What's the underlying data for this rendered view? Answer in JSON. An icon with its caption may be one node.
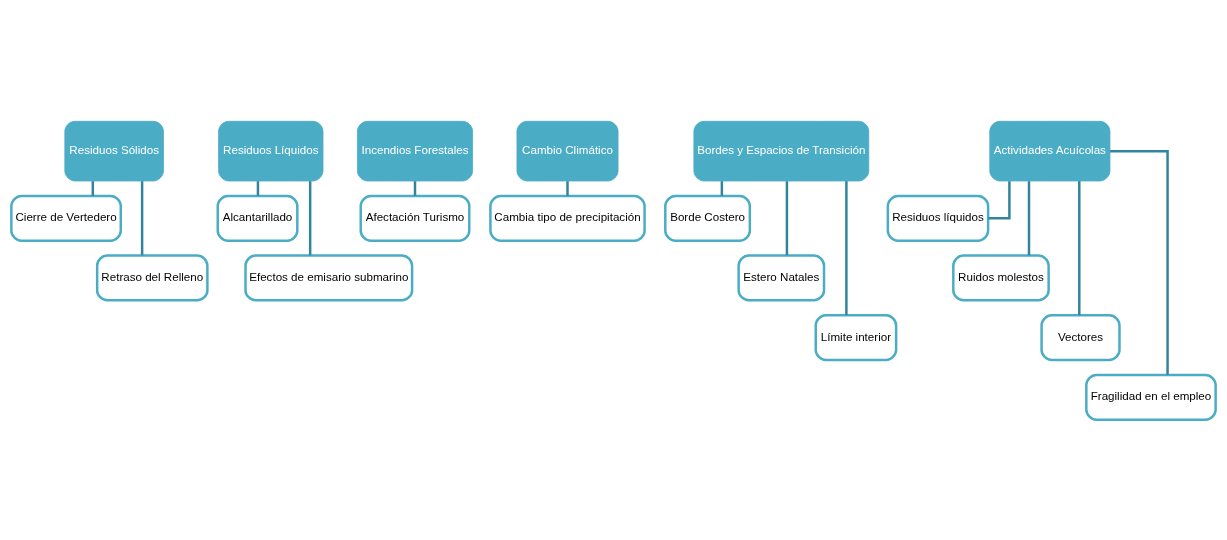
{
  "diagram": {
    "nodes": [
      {
        "text": [
          "Residuos Sólidos"
        ]
      },
      {
        "text": [
          "Cierre de Vertedero"
        ]
      },
      {
        "text": [
          "Retraso del Relleno"
        ]
      },
      {
        "text": [
          "Residuos Líquidos"
        ]
      },
      {
        "text": [
          "Alcantarillado"
        ]
      },
      {
        "text": [
          "Efectos de emisario submarino"
        ]
      },
      {
        "text": [
          "Incendios Forestales"
        ]
      },
      {
        "text": [
          "Afectación Turismo"
        ]
      },
      {
        "text": [
          "Cambio Climático"
        ]
      },
      {
        "text": [
          "Cambia tipo de precipitación"
        ]
      },
      {
        "text": [
          "Bordes y Espacios de Transición"
        ]
      },
      {
        "text": [
          "Borde Costero"
        ]
      },
      {
        "text": [
          "Estero Natales"
        ]
      },
      {
        "text": [
          "Límite interior"
        ]
      },
      {
        "text": [
          "Actividades Acuícolas"
        ]
      },
      {
        "text": [
          "Residuos líquidos"
        ]
      },
      {
        "text": [
          "Ruidos molestos"
        ]
      },
      {
        "text": [
          "Vectores"
        ]
      },
      {
        "text": [
          "Fragilidad en el empleo"
        ]
      }
    ],
    "edges": [
      {
        "from": 0,
        "to": 1,
        "arrow": "none"
      },
      {
        "from": 0,
        "to": 2,
        "arrow": "none"
      },
      {
        "from": 3,
        "to": 4,
        "arrow": "none"
      },
      {
        "from": 3,
        "to": 5,
        "arrow": "none"
      },
      {
        "from": 6,
        "to": 7,
        "arrow": "none"
      },
      {
        "from": 8,
        "to": 9,
        "arrow": "none"
      },
      {
        "from": 10,
        "to": 11,
        "arrow": "none"
      },
      {
        "from": 10,
        "to": 12,
        "arrow": "none"
      },
      {
        "from": 10,
        "to": 13,
        "arrow": "none"
      },
      {
        "from": 14,
        "to": 15,
        "arrow": "none"
      },
      {
        "from": 14,
        "to": 16,
        "arrow": "none"
      },
      {
        "from": 14,
        "to": 17,
        "arrow": "none"
      },
      {
        "from": 14,
        "to": 18,
        "arrow": "none"
      }
    ]
  }
}
